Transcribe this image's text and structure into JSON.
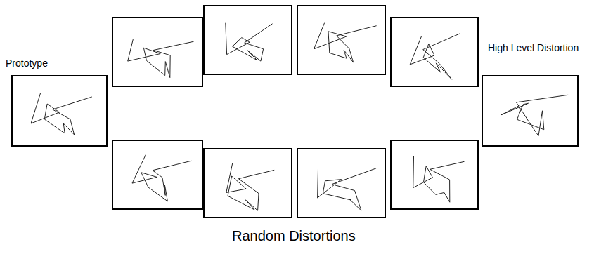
{
  "diagram": {
    "nodes": [
      {
        "text": [
          "Prototype"
        ]
      },
      {
        "text": [
          "High Level Distortion"
        ]
      }
    ],
    "labels": [
      "Random Distortions"
    ]
  }
}
